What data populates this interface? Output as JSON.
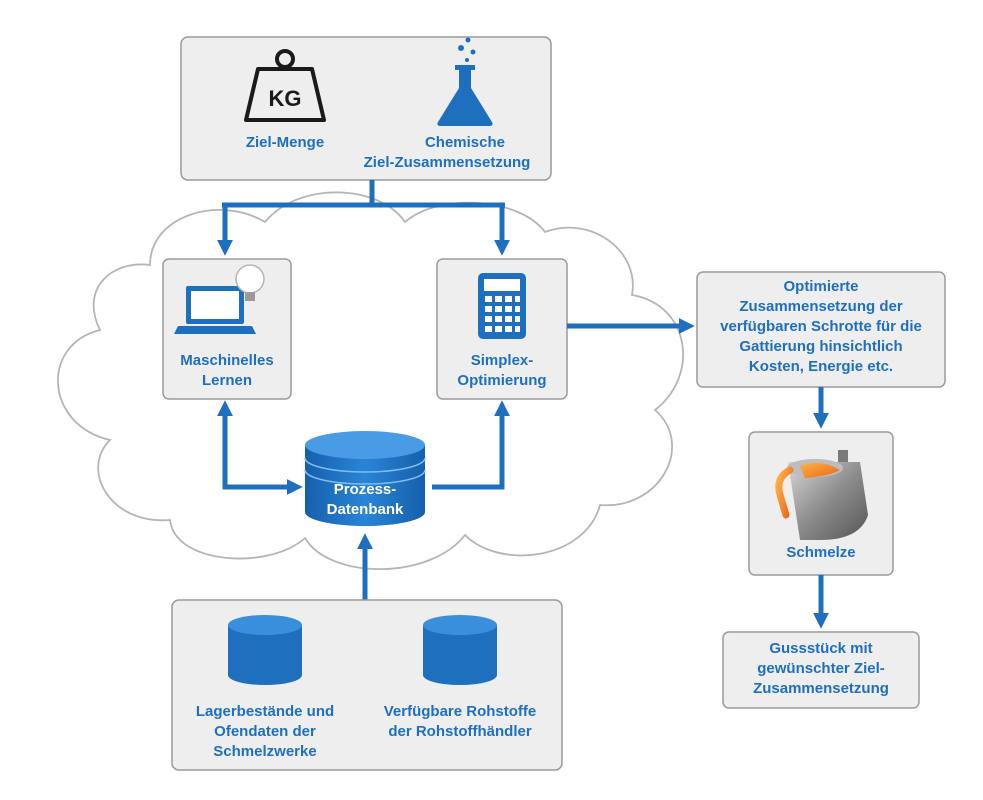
{
  "colors": {
    "accent": "#1f6fbf",
    "box_fill": "#eeeeee",
    "box_stroke": "#9a9a9a"
  },
  "targets": {
    "weight_icon_text": "KG",
    "mass_label": "Ziel-Menge",
    "chem_label_1": "Chemische",
    "chem_label_2": "Ziel-Zusammensetzung"
  },
  "ml": {
    "label_1": "Maschinelles",
    "label_2": "Lernen"
  },
  "simplex": {
    "label_1": "Simplex-",
    "label_2": "Optimierung"
  },
  "database": {
    "label_1": "Prozess-",
    "label_2": "Datenbank"
  },
  "sources": {
    "left_1": "Lagerbestände und",
    "left_2": "Ofendaten der",
    "left_3": "Schmelzwerke",
    "right_1": "Verfügbare Rohstoffe",
    "right_2": "der Rohstoffhändler"
  },
  "optimized": {
    "line_1": "Optimierte",
    "line_2": "Zusammensetzung der",
    "line_3": "verfügbaren Schrotte für die",
    "line_4": "Gattierung hinsichtlich",
    "line_5": "Kosten, Energie etc."
  },
  "melt": {
    "label": "Schmelze"
  },
  "casting": {
    "line_1": "Gussstück mit",
    "line_2": "gewünschter Ziel-",
    "line_3": "Zusammensetzung"
  }
}
